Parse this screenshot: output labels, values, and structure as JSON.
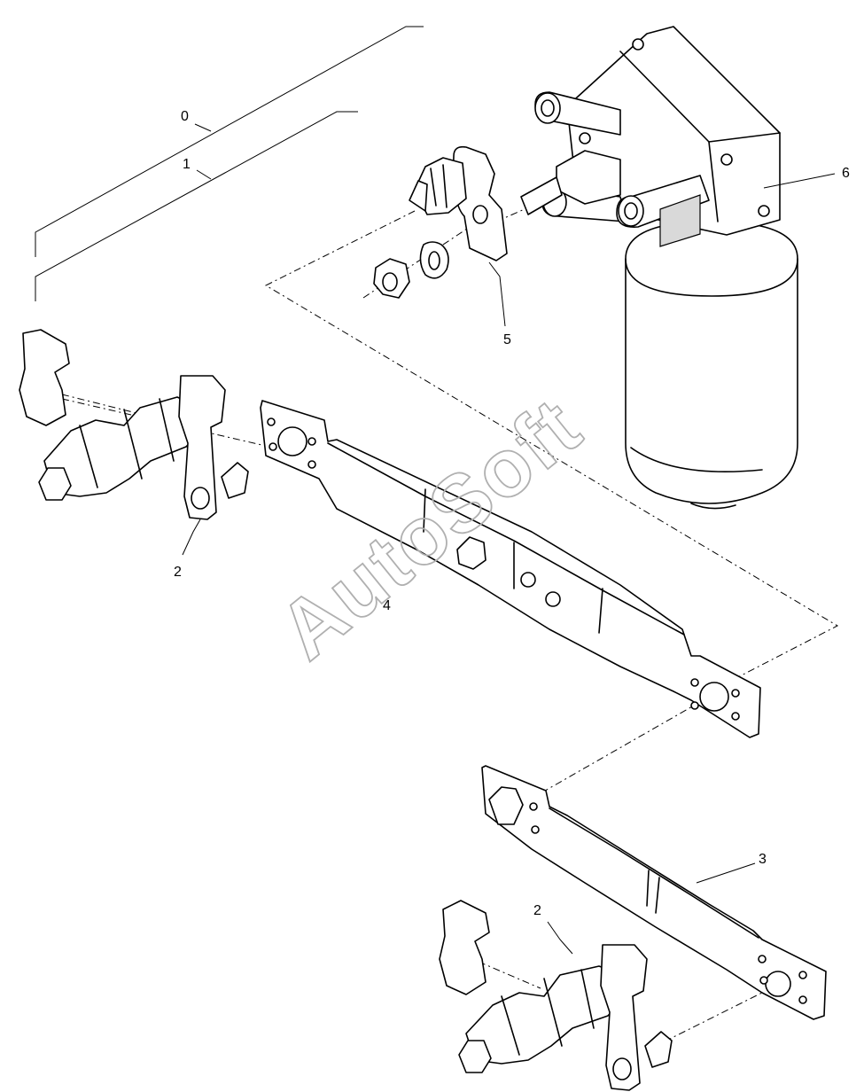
{
  "diagram": {
    "callouts": [
      {
        "id": "0",
        "label": "0"
      },
      {
        "id": "1",
        "label": "1"
      },
      {
        "id": "2a",
        "label": "2"
      },
      {
        "id": "2b",
        "label": "2"
      },
      {
        "id": "3",
        "label": "3"
      },
      {
        "id": "4",
        "label": "4"
      },
      {
        "id": "5",
        "label": "5"
      },
      {
        "id": "6",
        "label": "6"
      }
    ],
    "watermark": "AutoSoft"
  }
}
